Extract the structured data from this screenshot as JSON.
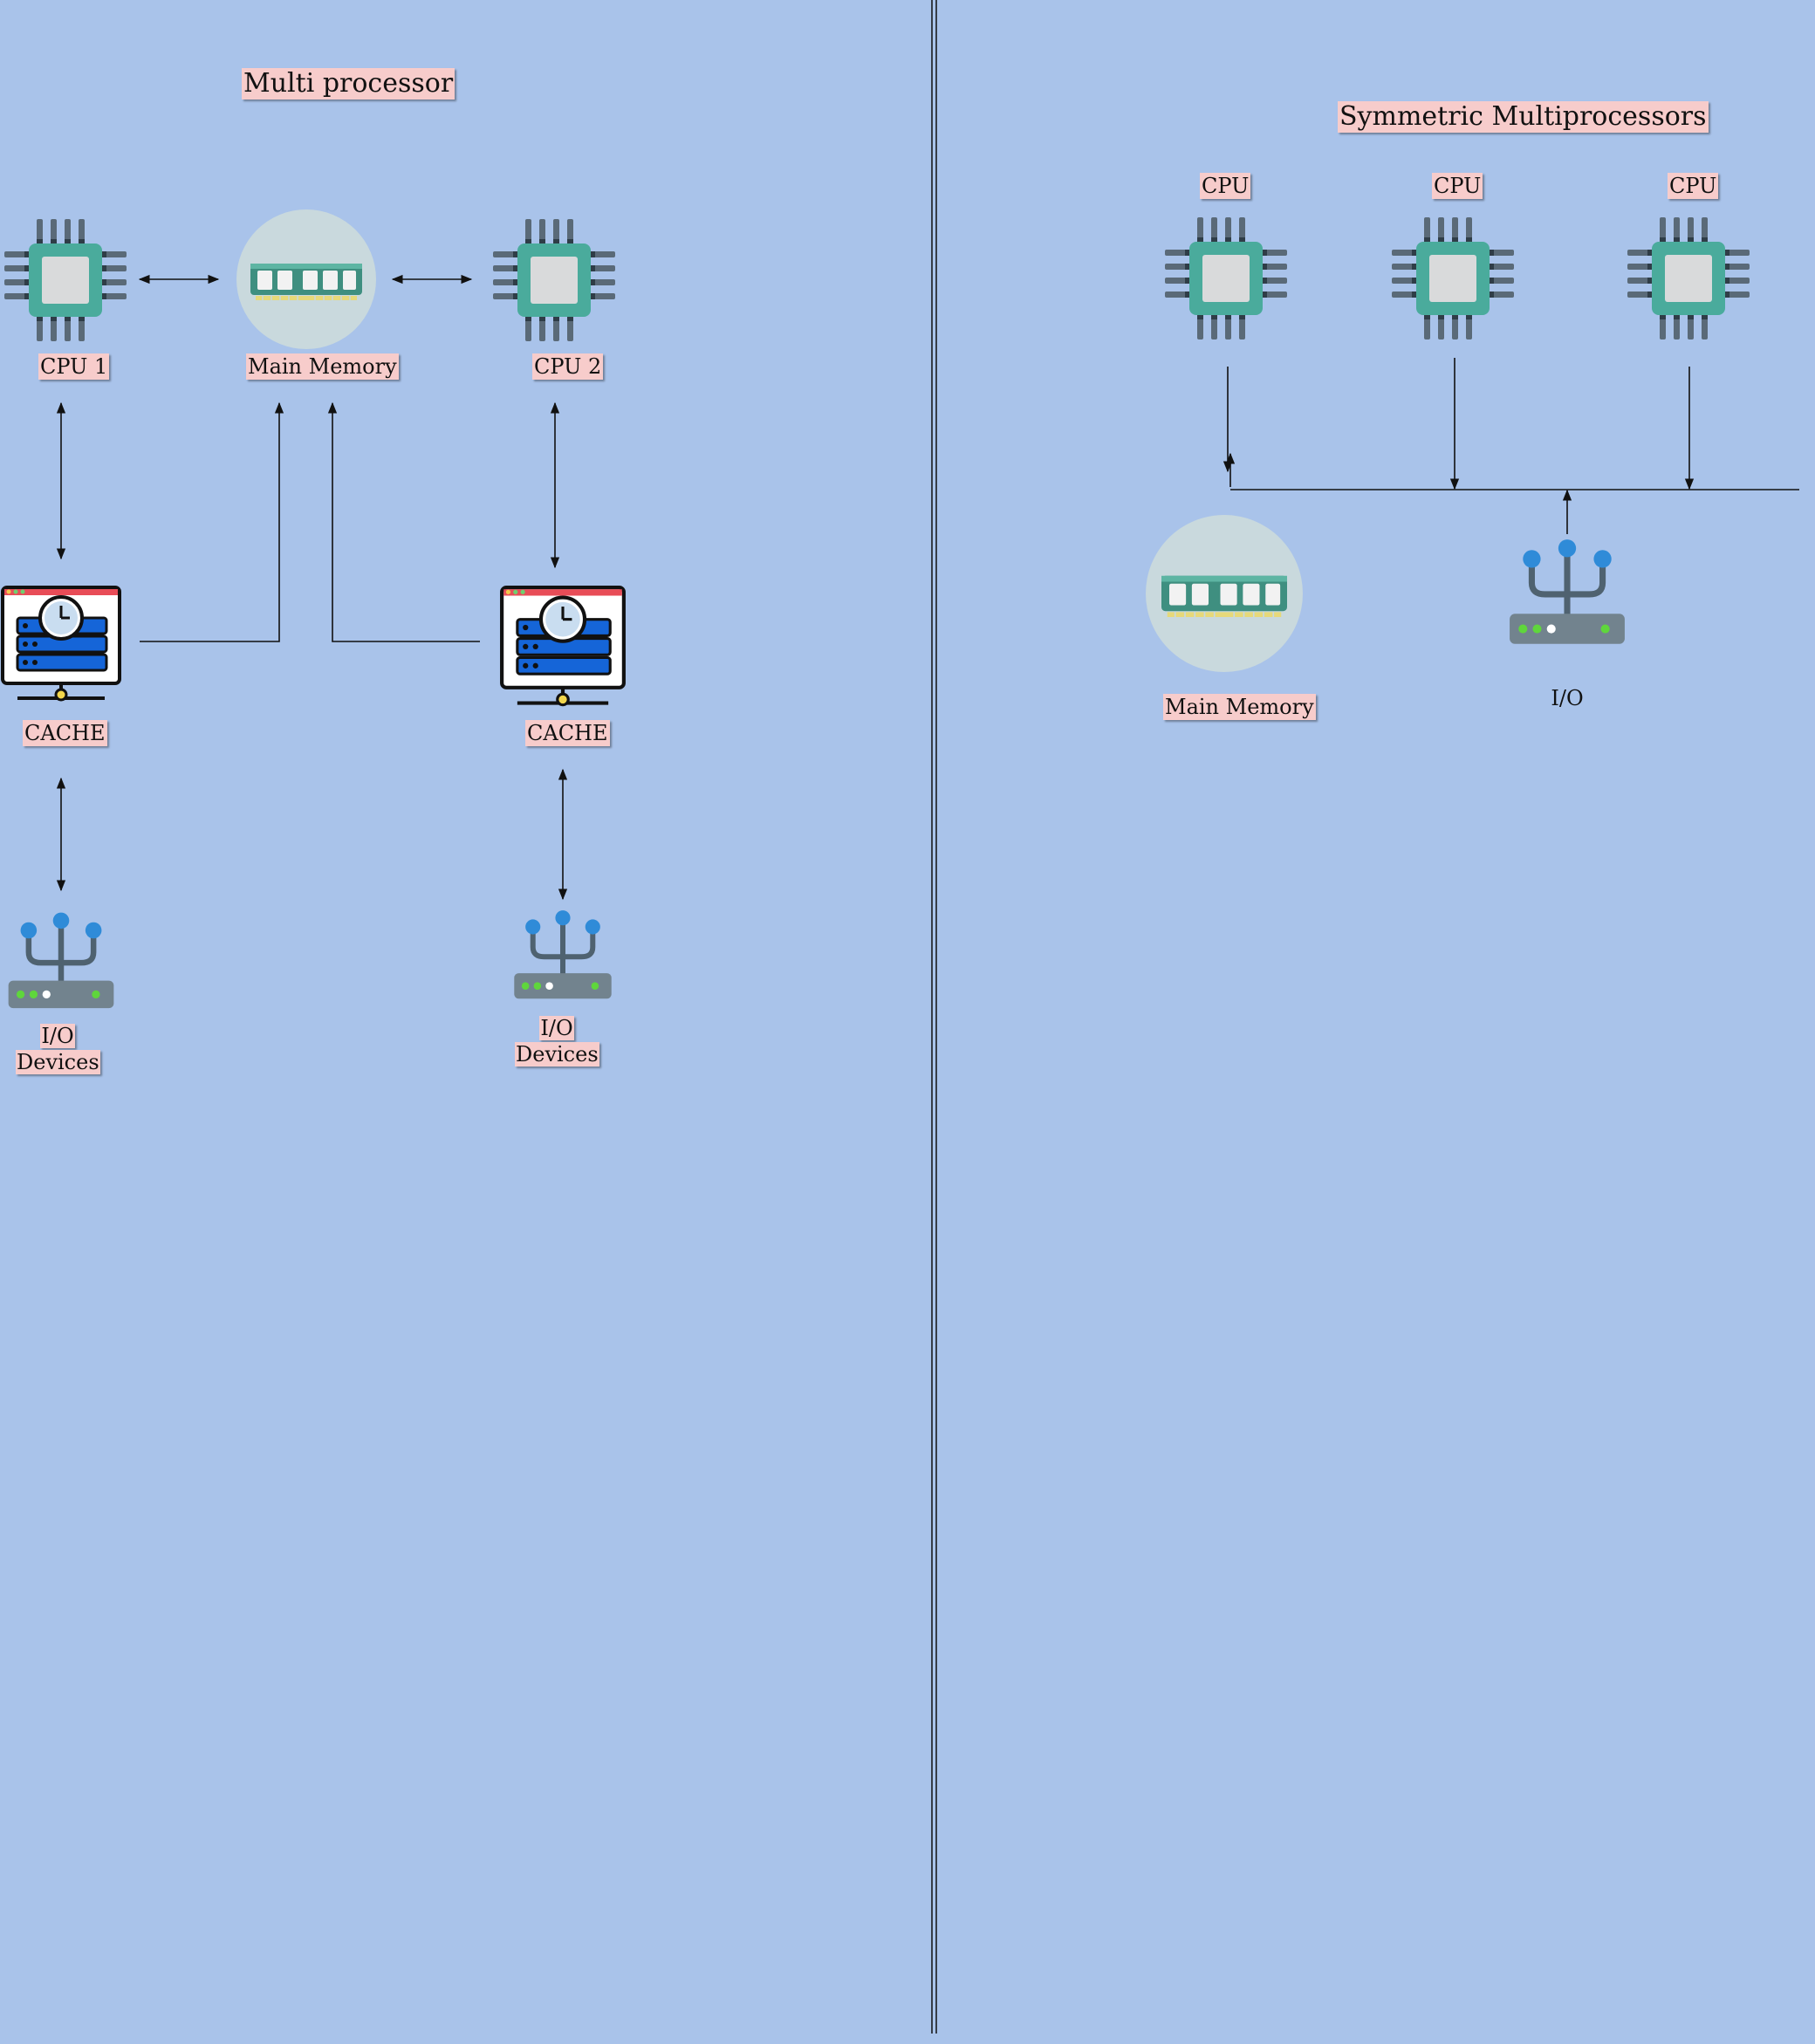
{
  "left": {
    "title": "Multi processor",
    "cpu1": "CPU 1",
    "cpu2": "CPU 2",
    "memory": "Main Memory",
    "cache1": "CACHE",
    "cache2": "CACHE",
    "io1": [
      "I/O",
      "Devices"
    ],
    "io2": [
      "I/O",
      "Devices"
    ]
  },
  "right": {
    "title": "Symmetric Multiprocessors",
    "cpus": [
      "CPU",
      "CPU",
      "CPU"
    ],
    "memory": "Main Memory",
    "io": "I/O"
  },
  "icons": [
    "cpu-chip-icon",
    "memory-ram-icon",
    "cache-server-icon",
    "io-device-icon"
  ],
  "colors": {
    "background": "#a9c3ea",
    "label": "#f7cccb",
    "chip": "#4aab9c"
  }
}
